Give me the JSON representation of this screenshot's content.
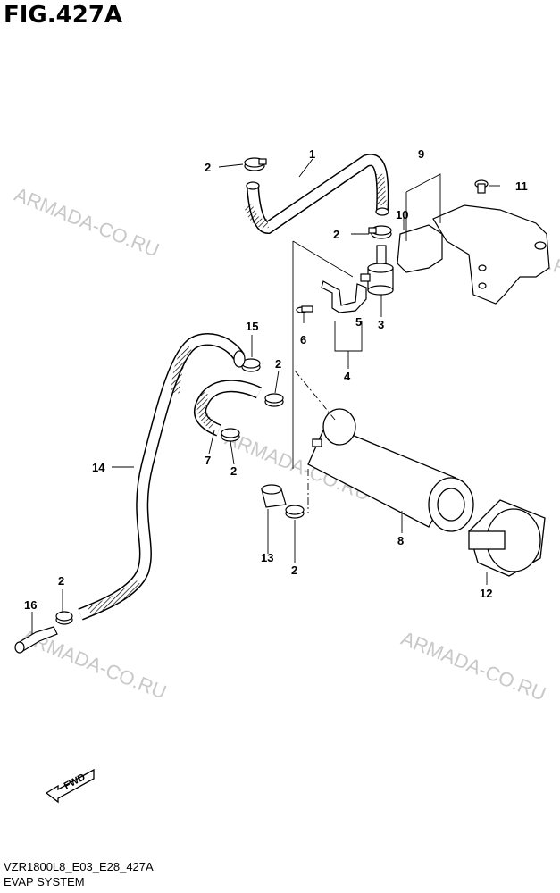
{
  "figure": {
    "title": "FIG.427A",
    "code": "VZR1800L8_E03_E28_427A",
    "subtitle": "EVAP SYSTEM"
  },
  "watermark": "ARMADA-CO.RU",
  "fwd_label": "FWD",
  "callouts": {
    "c1": "1",
    "c2a": "2",
    "c2b": "2",
    "c2c": "2",
    "c2d": "2",
    "c2e": "2",
    "c2f": "2",
    "c3": "3",
    "c4": "4",
    "c5": "5",
    "c6": "6",
    "c7": "7",
    "c8": "8",
    "c9": "9",
    "c10": "10",
    "c11": "11",
    "c12": "12",
    "c13": "13",
    "c14": "14",
    "c15": "15",
    "c16": "16"
  }
}
